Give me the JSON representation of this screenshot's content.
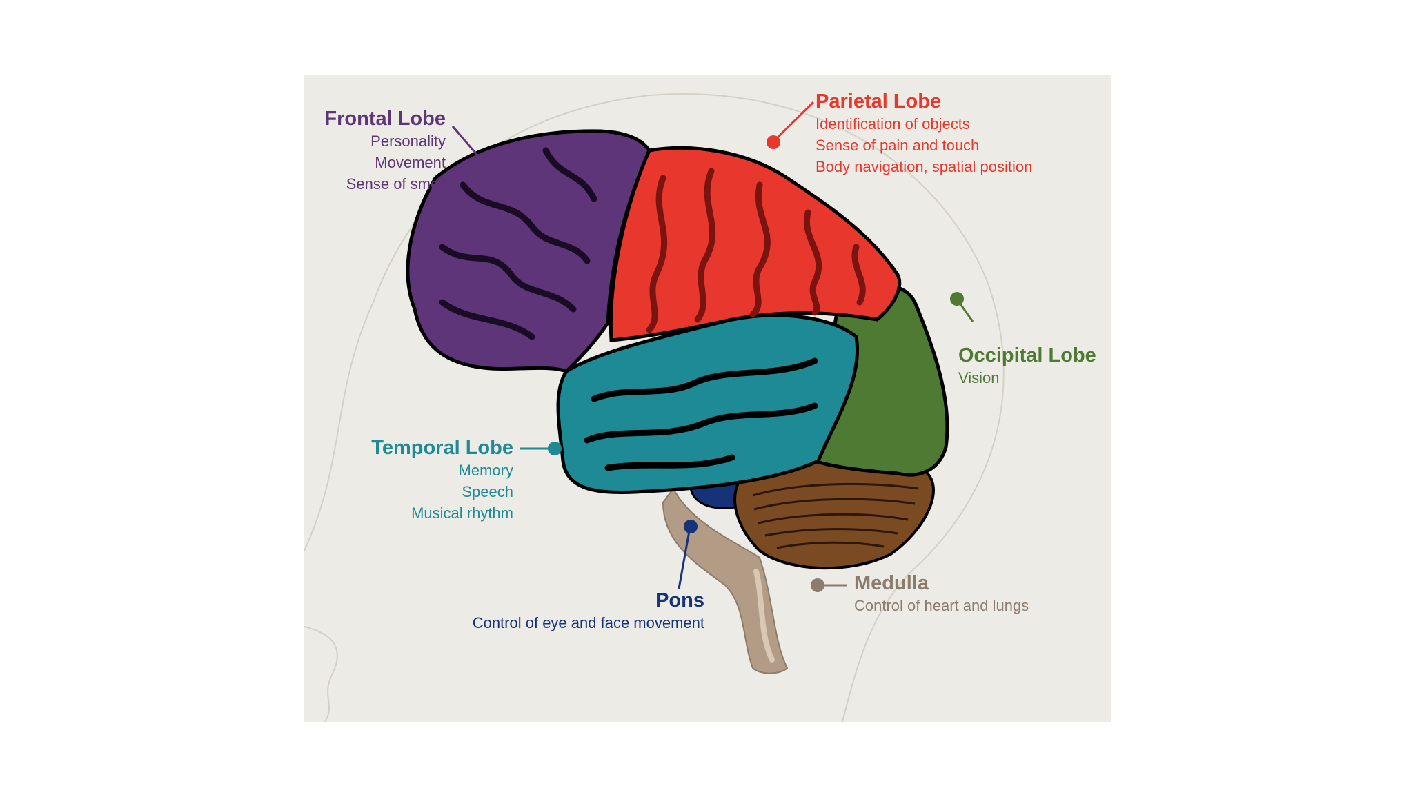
{
  "colors": {
    "background": "#ecebe6",
    "frontal": "#5e3578",
    "parietal": "#e8382d",
    "temporal": "#1e8a96",
    "occipital": "#4f7a33",
    "pons": "#16337a",
    "medulla": "#8c7c6d",
    "cerebellum": "#6e4320"
  },
  "labels": {
    "frontal": {
      "title": "Frontal Lobe",
      "lines": [
        "Personality",
        "Movement",
        "Sense of smell"
      ]
    },
    "parietal": {
      "title": "Parietal Lobe",
      "lines": [
        "Identification of objects",
        "Sense of pain and touch",
        "Body navigation, spatial position"
      ]
    },
    "occipital": {
      "title": "Occipital Lobe",
      "lines": [
        "Vision"
      ]
    },
    "temporal": {
      "title": "Temporal Lobe",
      "lines": [
        "Memory",
        "Speech",
        "Musical rhythm"
      ]
    },
    "pons": {
      "title": "Pons",
      "lines": [
        "Control of eye and face movement"
      ]
    },
    "medulla": {
      "title": "Medulla",
      "lines": [
        "Control of heart and lungs"
      ]
    }
  }
}
